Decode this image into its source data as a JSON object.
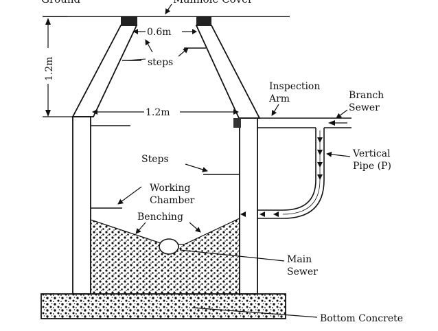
{
  "labels": {
    "ground": "Ground",
    "manhole_cover": "Manhole Cover",
    "top_opening": "0.6m",
    "height": "1.2m",
    "steps_upper": "steps",
    "chamber_width": "1.2m",
    "inspection_arm_1": "Inspection",
    "inspection_arm_2": "Arm",
    "branch_sewer_1": "Branch",
    "branch_sewer_2": "Sewer",
    "vertical_pipe_1": "Vertical",
    "vertical_pipe_2": "Pipe (P)",
    "steps_lower": "Steps",
    "working_chamber_1": "Working",
    "working_chamber_2": "Chamber",
    "benching": "Benching",
    "main_sewer_1": "Main",
    "main_sewer_2": "Sewer",
    "bottom_concrete": "Bottom Concrete"
  },
  "colors": {
    "ink": "#111111",
    "background": "#ffffff"
  }
}
